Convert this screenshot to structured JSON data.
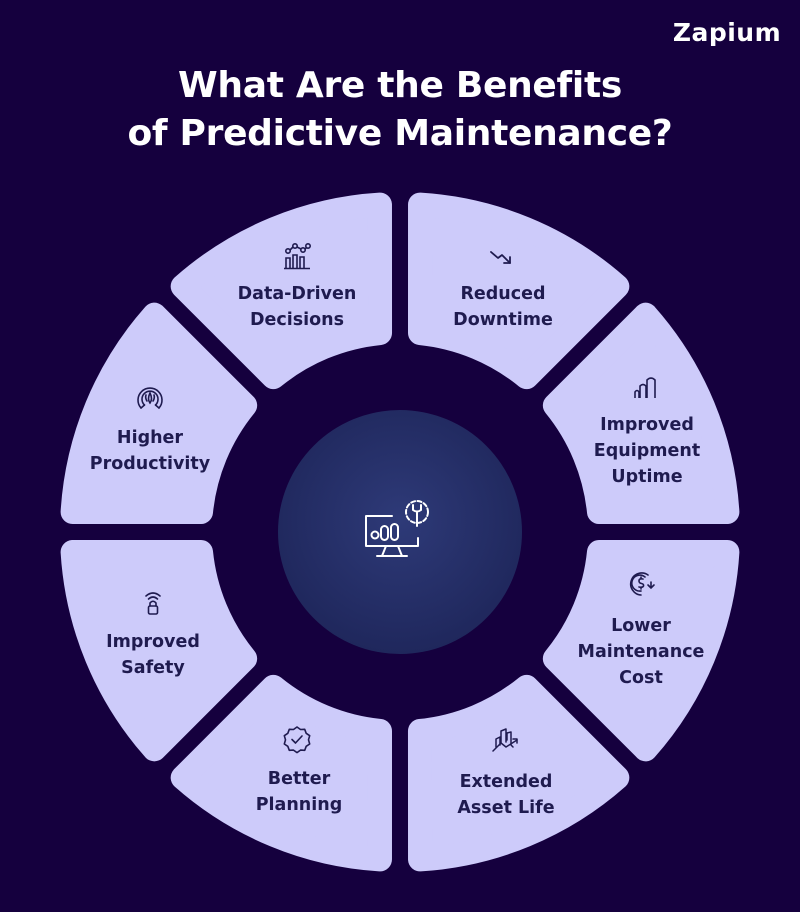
{
  "brand": {
    "logo_text": "Zapium"
  },
  "title": {
    "line1": "What Are the Benefits",
    "line2": "of Predictive Maintenance?"
  },
  "colors": {
    "background": "#15003e",
    "segment": "#cdcbfa",
    "segment_text": "#1f1b4f",
    "center_circle": "#25306a",
    "title": "#ffffff"
  },
  "center": {
    "icon": "monitor-chart-gear-wrench-icon"
  },
  "segments": [
    {
      "icon": "data-network-bar-chart-icon",
      "line1": "Data-Driven",
      "line2": "Decisions",
      "line3": ""
    },
    {
      "icon": "trend-down-arrow-icon",
      "line1": "Reduced",
      "line2": "Downtime",
      "line3": ""
    },
    {
      "icon": "rising-bars-icon",
      "line1": "Improved",
      "line2": "Equipment",
      "line3": "Uptime"
    },
    {
      "icon": "dollar-refresh-icon",
      "line1": "Lower",
      "line2": "Maintenance",
      "line3": "Cost"
    },
    {
      "icon": "buildings-growth-arrow-icon",
      "line1": "Extended",
      "line2": "Asset Life",
      "line3": ""
    },
    {
      "icon": "badge-check-icon",
      "line1": "Better",
      "line2": "Planning",
      "line3": ""
    },
    {
      "icon": "wireless-lock-icon",
      "line1": "Improved",
      "line2": "Safety",
      "line3": ""
    },
    {
      "icon": "speedometer-gauge-icon",
      "line1": "Higher",
      "line2": "Productivity",
      "line3": ""
    }
  ]
}
